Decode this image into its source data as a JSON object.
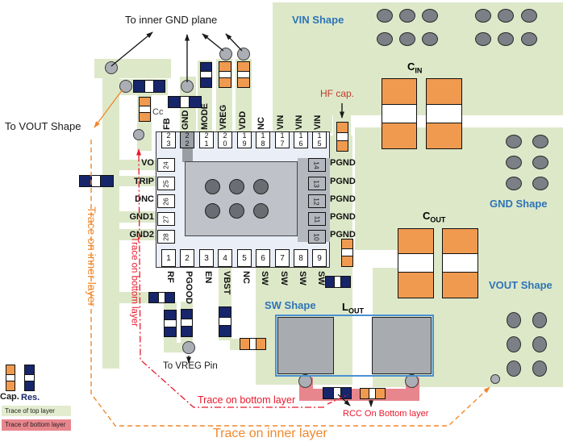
{
  "annotations": {
    "to_inner_gnd_plane": "To inner GND plane",
    "to_vout_shape": "To VOUT Shape",
    "to_vreg_pin": "To VREG Pin",
    "cc_label": "Cc",
    "hf_cap_label": "HF cap.",
    "rcc_label": "RCC On Bottom layer",
    "trace_bottom_horizontal": "Trace on bottom layer",
    "trace_bottom_vertical": "Trace on bottom layer",
    "trace_inner_horizontal": "Trace on inner layer",
    "trace_inner_vertical": "Trace on inner layer"
  },
  "copper_shapes": {
    "vin_label": "VIN Shape",
    "gnd_label": "GND Shape",
    "vout_label": "VOUT Shape",
    "sw_label": "SW Shape"
  },
  "passives": {
    "cin": {
      "name": "C",
      "sub": "IN"
    },
    "cout": {
      "name": "C",
      "sub": "OUT"
    },
    "lout": {
      "name": "L",
      "sub": "OUT"
    }
  },
  "chip": {
    "pins_top": [
      {
        "num": "23",
        "label": "FB"
      },
      {
        "num": "22",
        "label": "GND"
      },
      {
        "num": "21",
        "label": "MODE"
      },
      {
        "num": "20",
        "label": "VREG"
      },
      {
        "num": "19",
        "label": "VDD"
      },
      {
        "num": "18",
        "label": "NC"
      },
      {
        "num": "17",
        "label": "VIN"
      },
      {
        "num": "16",
        "label": "VIN"
      },
      {
        "num": "15",
        "label": "VIN"
      }
    ],
    "pins_bottom": [
      {
        "num": "1",
        "label": "RF"
      },
      {
        "num": "2",
        "label": "PGOOD"
      },
      {
        "num": "3",
        "label": "EN"
      },
      {
        "num": "4",
        "label": "VBST"
      },
      {
        "num": "5",
        "label": "NC"
      },
      {
        "num": "6",
        "label": "SW"
      },
      {
        "num": "7",
        "label": "SW"
      },
      {
        "num": "8",
        "label": "SW"
      },
      {
        "num": "9",
        "label": "SW"
      }
    ],
    "pins_left": [
      {
        "num": "24",
        "label": "VO"
      },
      {
        "num": "25",
        "label": "TRIP"
      },
      {
        "num": "26",
        "label": "DNC"
      },
      {
        "num": "27",
        "label": "GND1"
      },
      {
        "num": "28",
        "label": "GND2"
      }
    ],
    "pins_right": [
      {
        "num": "14",
        "label": "PGND"
      },
      {
        "num": "13",
        "label": "PGND"
      },
      {
        "num": "12",
        "label": "PGND"
      },
      {
        "num": "11",
        "label": "PGND"
      },
      {
        "num": "10",
        "label": "PGND"
      }
    ]
  },
  "legend": {
    "cap": "Cap.",
    "res": "Res.",
    "top_layer": "Trace of top layer",
    "bottom_layer": "Trace of bottom layer"
  },
  "colors": {
    "copper_top": "#dde8c9",
    "copper_bottom": "#e8868d",
    "capacitor": "#f09a50",
    "resistor": "#17256b",
    "inner_trace_annotation": "#f0882c",
    "bottom_trace_annotation": "#e8192c",
    "shape_label": "#2e74b5",
    "hf_cap_label": "#c0392b"
  }
}
